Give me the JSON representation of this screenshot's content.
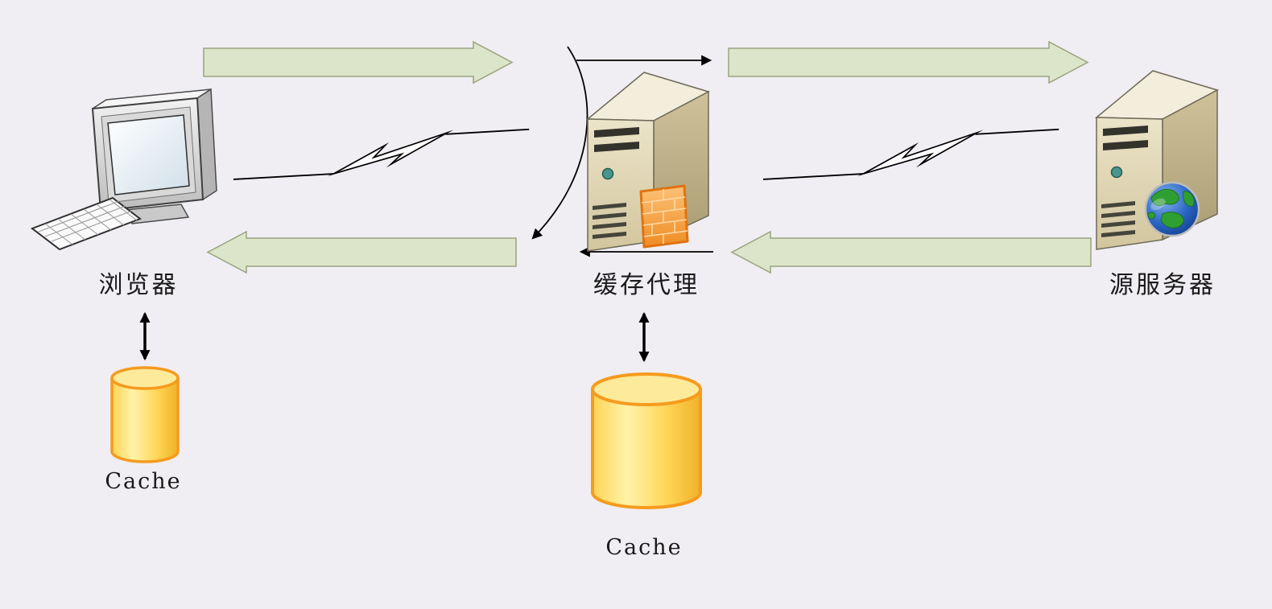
{
  "diagram": {
    "type": "architecture-flow-diagram",
    "background_color": "#f0eef3",
    "nodes": [
      {
        "id": "browser",
        "label": "浏览器",
        "icon": "desktop-computer-icon"
      },
      {
        "id": "cache-proxy",
        "label": "缓存代理",
        "icon": "server-tower-firewall-icon"
      },
      {
        "id": "origin-server",
        "label": "源服务器",
        "icon": "server-tower-globe-icon"
      },
      {
        "id": "browser-cache",
        "label": "Cache",
        "icon": "database-cylinder-icon"
      },
      {
        "id": "proxy-cache",
        "label": "Cache",
        "icon": "database-cylinder-icon"
      }
    ],
    "links": [
      {
        "from": "browser",
        "to": "cache-proxy",
        "style": "block-arrow-right"
      },
      {
        "from": "cache-proxy",
        "to": "origin-server",
        "style": "block-arrow-right"
      },
      {
        "from": "origin-server",
        "to": "cache-proxy",
        "style": "block-arrow-left"
      },
      {
        "from": "cache-proxy",
        "to": "browser",
        "style": "block-arrow-left"
      },
      {
        "from": "browser",
        "to": "cache-proxy",
        "style": "lightning-network-link"
      },
      {
        "from": "cache-proxy",
        "to": "origin-server",
        "style": "lightning-network-link"
      },
      {
        "from": "browser",
        "to": "browser-cache",
        "style": "double-headed-arrow"
      },
      {
        "from": "cache-proxy",
        "to": "proxy-cache",
        "style": "double-headed-arrow"
      }
    ],
    "colors": {
      "flow_arrow_fill": "#dce4c9",
      "flow_arrow_stroke": "#99a37f",
      "cache_cylinder_fill": "#ffd454",
      "cache_cylinder_stroke": "#f59b1e",
      "server_beige": "#e0d6b4",
      "firewall_orange": "#ee8d25",
      "globe_blue": "#1b55b0",
      "globe_green": "#2f9e33",
      "line_black": "#000000"
    }
  }
}
